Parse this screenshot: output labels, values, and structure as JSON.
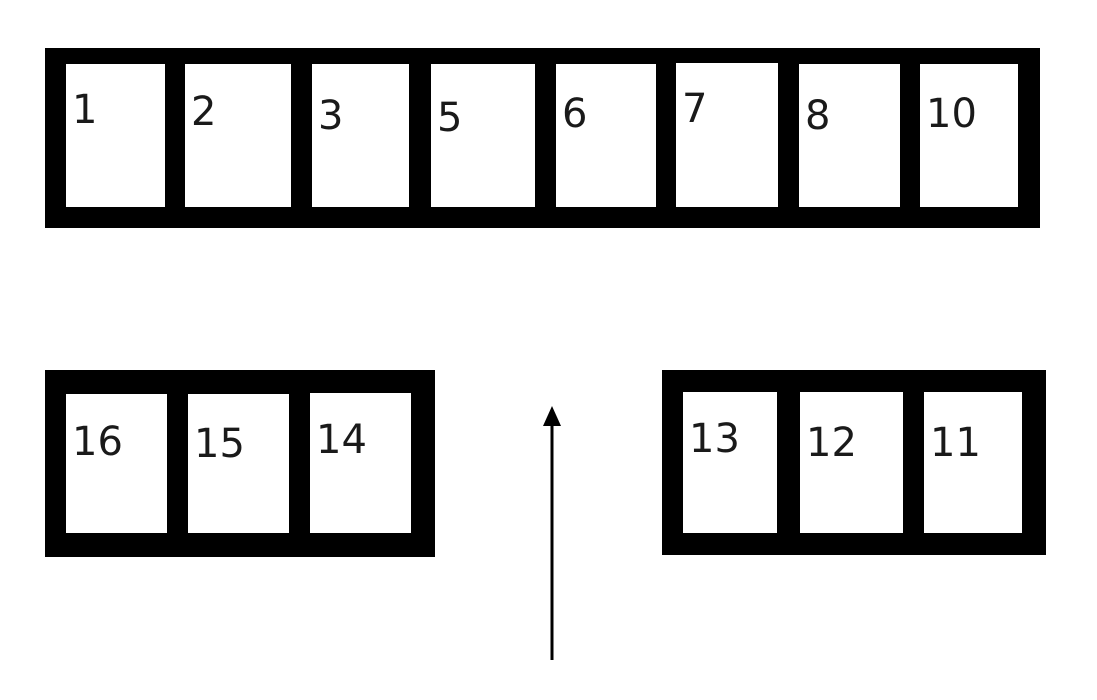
{
  "diagram": {
    "type": "seating/slot layout",
    "groups": [
      {
        "id": "top-row",
        "cells": [
          {
            "label": "1"
          },
          {
            "label": "2"
          },
          {
            "label": "3"
          },
          {
            "label": "5"
          },
          {
            "label": "6"
          },
          {
            "label": "7"
          },
          {
            "label": "8"
          },
          {
            "label": "10"
          }
        ]
      },
      {
        "id": "bottom-left",
        "cells": [
          {
            "label": "16"
          },
          {
            "label": "15"
          },
          {
            "label": "14"
          }
        ]
      },
      {
        "id": "bottom-right",
        "cells": [
          {
            "label": "13"
          },
          {
            "label": "12"
          },
          {
            "label": "11"
          }
        ]
      }
    ],
    "arrow": {
      "direction": "up"
    },
    "colors": {
      "frame": "#000000",
      "cell": "#ffffff",
      "text": "#1a1a1a"
    }
  }
}
